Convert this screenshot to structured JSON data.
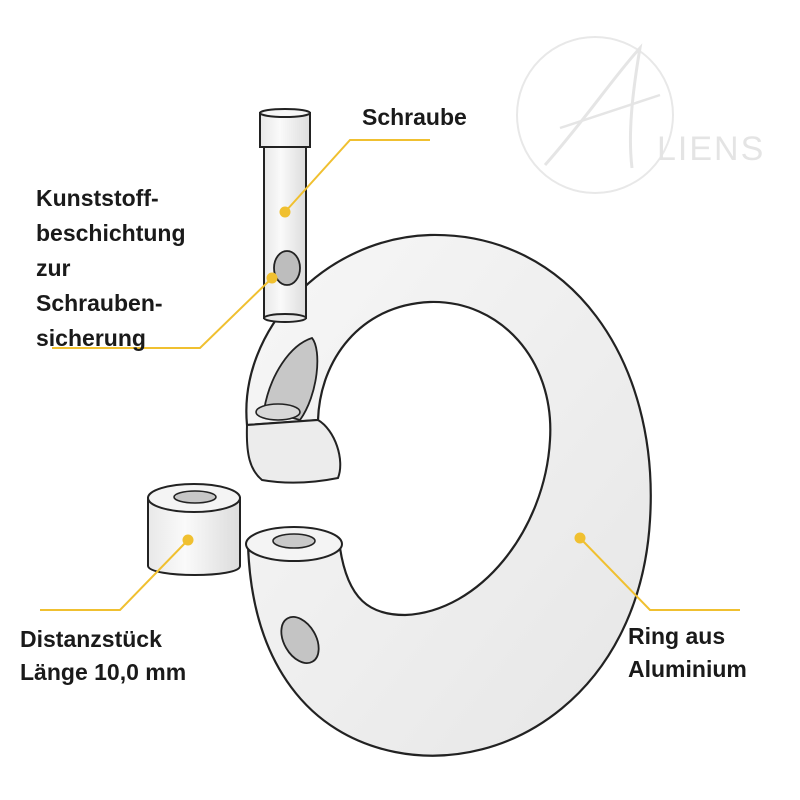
{
  "labels": {
    "screw": [
      "Schraube"
    ],
    "coating": [
      "Kunststoff-",
      "beschichtung",
      "zur",
      "Schrauben-",
      "sicherung"
    ],
    "spacer": [
      "Distanzstück",
      "Länge 10,0 mm"
    ],
    "ring": [
      "Ring aus",
      "Aluminium"
    ]
  },
  "watermark": {
    "text": "LIENS",
    "mark": "A"
  },
  "colors": {
    "leader": "#f0c030",
    "outline": "#222222",
    "fill": "#f2f2f2",
    "hole": "#c4c4c4",
    "text": "#1a1a1a"
  }
}
